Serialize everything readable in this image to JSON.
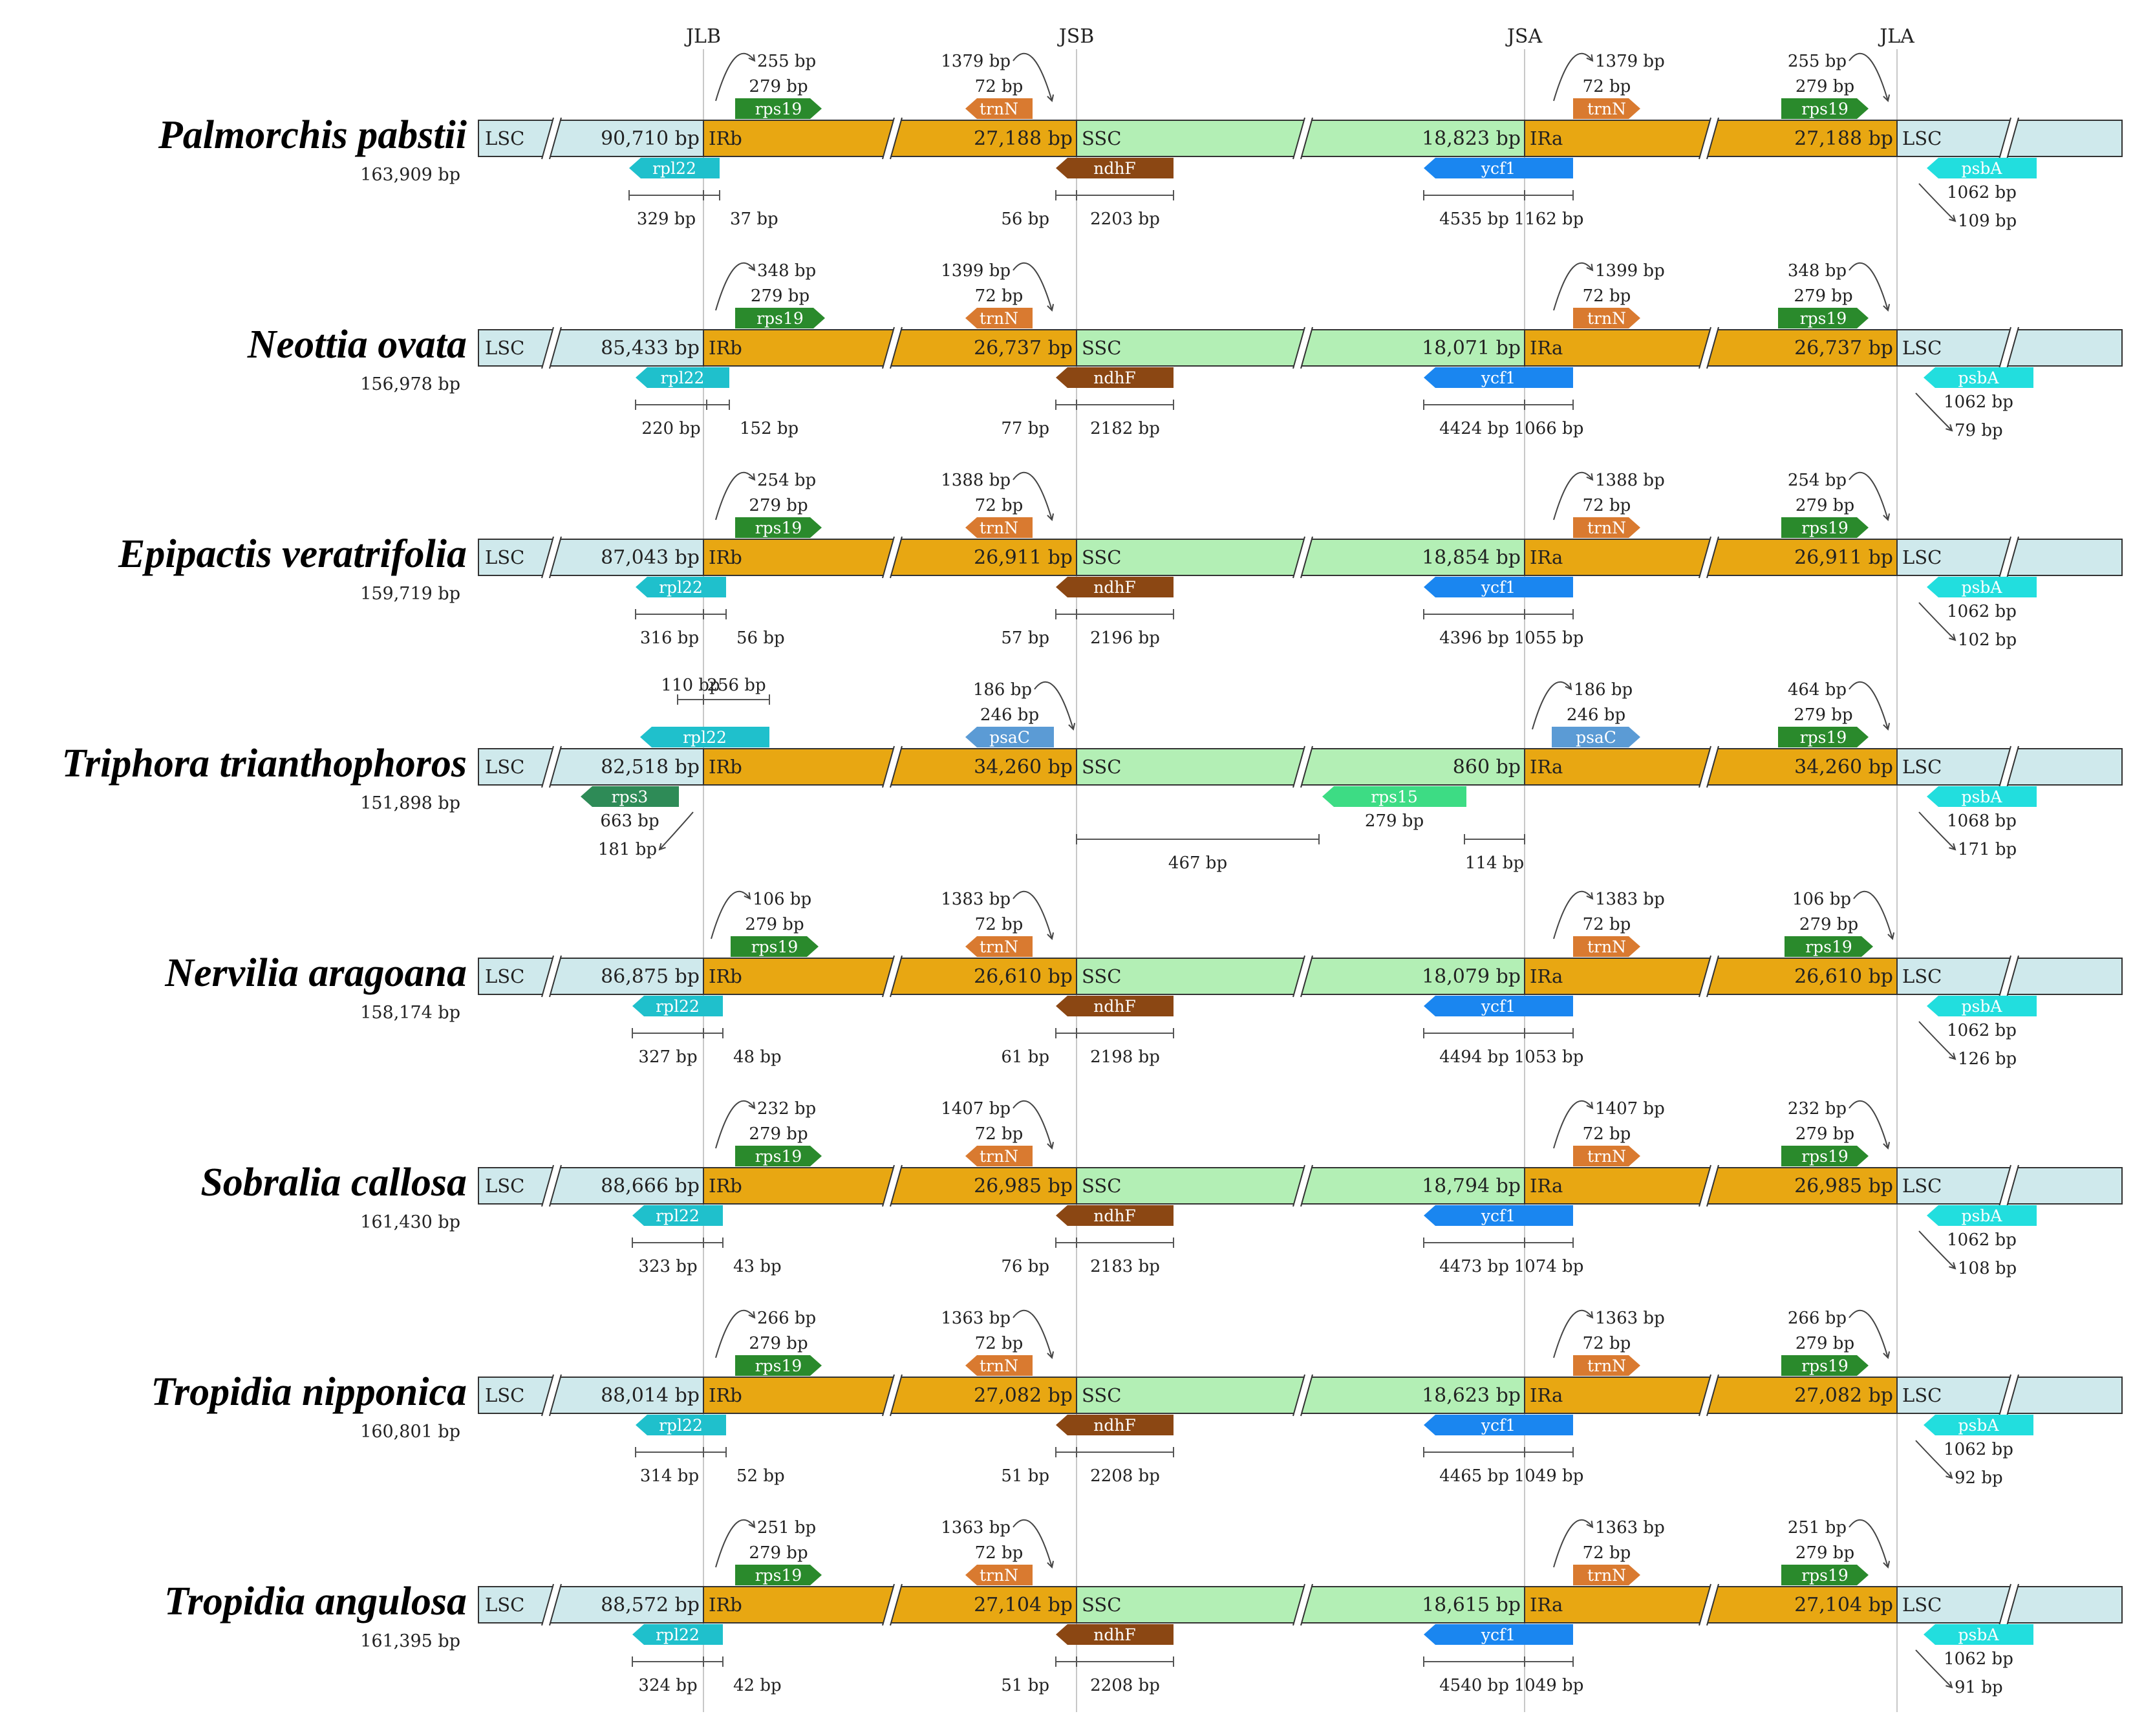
{
  "junctions": [
    "JLB",
    "JSB",
    "JSA",
    "JLA"
  ],
  "region_labels": {
    "lsc": "LSC",
    "irb": "IRb",
    "ssc": "SSC",
    "ira": "IRa"
  },
  "bp_unit": "bp",
  "colors": {
    "lsc": "#cfe9ec",
    "ir": "#e8a712",
    "ssc": "#b3efb5",
    "rpl22": "#1fc0cc",
    "rps19": "#2a8a2c",
    "trnN": "#d97a30",
    "ndhF": "#8b4713",
    "ycf1": "#1a86f0",
    "psbA": "#22dede",
    "psaC": "#5b9bd5",
    "rps3": "#2e8b57",
    "rps15": "#3ddc84",
    "outline": "#333333",
    "guide": "#c8c8c8"
  },
  "species": [
    {
      "name": "Palmorchis pabstii",
      "total": "163,909 bp",
      "lsc_len": "90,710",
      "ir_len": "27,188",
      "ssc_len": "18,823",
      "top": [
        {
          "gene": "rps19",
          "from": 1137,
          "to": 1271,
          "dir": "right",
          "len": "279 bp",
          "color": "rps19"
        },
        {
          "gene": "trnN",
          "from": 1493,
          "to": 1597,
          "dir": "left",
          "len": "72 bp",
          "color": "trnN"
        },
        {
          "gene": "trnN",
          "from": 2433,
          "to": 2537,
          "dir": "right",
          "len": "72 bp",
          "color": "trnN"
        },
        {
          "gene": "rps19",
          "from": 2755,
          "to": 2890,
          "dir": "right",
          "len": "279 bp",
          "color": "rps19"
        }
      ],
      "bottom": [
        {
          "gene": "rpl22",
          "from": 973,
          "to": 1113,
          "dir": "left",
          "color": "rpl22"
        },
        {
          "gene": "ndhF",
          "from": 1633,
          "to": 1815,
          "dir": "left",
          "color": "ndhF"
        },
        {
          "gene": "ycf1",
          "from": 2202,
          "to": 2433,
          "dir": "left",
          "color": "ycf1"
        },
        {
          "gene": "psbA",
          "from": 2980,
          "to": 3150,
          "dir": "left",
          "len": "1062 bp",
          "color": "psbA"
        }
      ],
      "arcs": [
        {
          "side": "start",
          "text": "255 bp"
        },
        {
          "side": "end",
          "text": "1379 bp"
        },
        {
          "side": "start",
          "text": "1379 bp"
        },
        {
          "side": "end",
          "text": "255 bp"
        }
      ],
      "measures": [
        {
          "a": 973,
          "b": 1088,
          "text": "329 bp"
        },
        {
          "a": 1088,
          "b": 1113,
          "text": "37 bp"
        },
        {
          "a": 1633,
          "b": 1665,
          "text": "56 bp"
        },
        {
          "a": 1665,
          "b": 1815,
          "text": "2203 bp"
        },
        {
          "a": 2202,
          "b": 2358,
          "text": "4535 bp"
        },
        {
          "a": 2358,
          "b": 2433,
          "text": "1162 bp"
        }
      ],
      "psba_arc": "109 bp"
    },
    {
      "name": "Neottia ovata",
      "total": "156,978 bp",
      "lsc_len": "85,433",
      "ir_len": "26,737",
      "ssc_len": "18,071",
      "top": [
        {
          "gene": "rps19",
          "from": 1137,
          "to": 1276,
          "dir": "right",
          "len": "279 bp",
          "color": "rps19"
        },
        {
          "gene": "trnN",
          "from": 1493,
          "to": 1597,
          "dir": "left",
          "len": "72 bp",
          "color": "trnN"
        },
        {
          "gene": "trnN",
          "from": 2433,
          "to": 2537,
          "dir": "right",
          "len": "72 bp",
          "color": "trnN"
        },
        {
          "gene": "rps19",
          "from": 2750,
          "to": 2890,
          "dir": "right",
          "len": "279 bp",
          "color": "rps19"
        }
      ],
      "bottom": [
        {
          "gene": "rpl22",
          "from": 983,
          "to": 1128,
          "dir": "left",
          "color": "rpl22"
        },
        {
          "gene": "ndhF",
          "from": 1633,
          "to": 1815,
          "dir": "left",
          "color": "ndhF"
        },
        {
          "gene": "ycf1",
          "from": 2202,
          "to": 2433,
          "dir": "left",
          "color": "ycf1"
        },
        {
          "gene": "psbA",
          "from": 2975,
          "to": 3145,
          "dir": "left",
          "len": "1062 bp",
          "color": "psbA"
        }
      ],
      "arcs": [
        {
          "side": "start",
          "text": "348 bp"
        },
        {
          "side": "end",
          "text": "1399 bp"
        },
        {
          "side": "start",
          "text": "1399 bp"
        },
        {
          "side": "end",
          "text": "348 bp"
        }
      ],
      "measures": [
        {
          "a": 983,
          "b": 1093,
          "text": "220 bp"
        },
        {
          "a": 1093,
          "b": 1128,
          "text": "152 bp"
        },
        {
          "a": 1633,
          "b": 1665,
          "text": "77 bp"
        },
        {
          "a": 1665,
          "b": 1815,
          "text": "2182 bp"
        },
        {
          "a": 2202,
          "b": 2358,
          "text": "4424 bp"
        },
        {
          "a": 2358,
          "b": 2433,
          "text": "1066 bp"
        }
      ],
      "psba_arc": "79 bp"
    },
    {
      "name": "Epipactis veratrifolia",
      "total": "159,719 bp",
      "lsc_len": "87,043",
      "ir_len": "26,911",
      "ssc_len": "18,854",
      "top": [
        {
          "gene": "rps19",
          "from": 1137,
          "to": 1271,
          "dir": "right",
          "len": "279 bp",
          "color": "rps19"
        },
        {
          "gene": "trnN",
          "from": 1493,
          "to": 1597,
          "dir": "left",
          "len": "72 bp",
          "color": "trnN"
        },
        {
          "gene": "trnN",
          "from": 2433,
          "to": 2537,
          "dir": "right",
          "len": "72 bp",
          "color": "trnN"
        },
        {
          "gene": "rps19",
          "from": 2755,
          "to": 2890,
          "dir": "right",
          "len": "279 bp",
          "color": "rps19"
        }
      ],
      "bottom": [
        {
          "gene": "rpl22",
          "from": 983,
          "to": 1123,
          "dir": "left",
          "color": "rpl22"
        },
        {
          "gene": "ndhF",
          "from": 1633,
          "to": 1815,
          "dir": "left",
          "color": "ndhF"
        },
        {
          "gene": "ycf1",
          "from": 2202,
          "to": 2433,
          "dir": "left",
          "color": "ycf1"
        },
        {
          "gene": "psbA",
          "from": 2980,
          "to": 3150,
          "dir": "left",
          "len": "1062 bp",
          "color": "psbA"
        }
      ],
      "arcs": [
        {
          "side": "start",
          "text": "254 bp"
        },
        {
          "side": "end",
          "text": "1388 bp"
        },
        {
          "side": "start",
          "text": "1388 bp"
        },
        {
          "side": "end",
          "text": "254 bp"
        }
      ],
      "measures": [
        {
          "a": 983,
          "b": 1088,
          "text": "316 bp"
        },
        {
          "a": 1088,
          "b": 1123,
          "text": "56 bp"
        },
        {
          "a": 1633,
          "b": 1665,
          "text": "57 bp"
        },
        {
          "a": 1665,
          "b": 1815,
          "text": "2196 bp"
        },
        {
          "a": 2202,
          "b": 2358,
          "text": "4396 bp"
        },
        {
          "a": 2358,
          "b": 2433,
          "text": "1055 bp"
        }
      ],
      "psba_arc": "102 bp"
    },
    {
      "name": "Triphora trianthophoros",
      "total": "151,898 bp",
      "lsc_len": "82,518",
      "ir_len": "34,260",
      "ssc_len": "860",
      "top": [
        {
          "gene": "rpl22",
          "from": 990,
          "to": 1190,
          "dir": "left",
          "color": "rpl22"
        },
        {
          "gene": "psaC",
          "from": 1493,
          "to": 1630,
          "dir": "left",
          "len": "246 bp",
          "color": "psaC"
        },
        {
          "gene": "psaC",
          "from": 2400,
          "to": 2537,
          "dir": "right",
          "len": "246 bp",
          "color": "psaC"
        },
        {
          "gene": "rps19",
          "from": 2750,
          "to": 2890,
          "dir": "right",
          "len": "279 bp",
          "color": "rps19"
        }
      ],
      "bottom": [
        {
          "gene": "rps3",
          "from": 898,
          "to": 1050,
          "dir": "left",
          "len": "663 bp",
          "color": "rps3"
        },
        {
          "gene": "rps15",
          "from": 2045,
          "to": 2268,
          "dir": "left",
          "len": "279 bp",
          "color": "rps15"
        },
        {
          "gene": "psbA",
          "from": 2980,
          "to": 3150,
          "dir": "left",
          "len": "1068 bp",
          "color": "psbA"
        }
      ],
      "arcs": [
        {
          "side": "end",
          "text": "186 bp"
        },
        {
          "side": "start",
          "text": "186 bp"
        },
        {
          "side": "end",
          "text": "464 bp"
        }
      ],
      "top_measures": [
        {
          "a": 1048,
          "b": 1088,
          "text": "110 bp"
        },
        {
          "a": 1088,
          "b": 1190,
          "text": "256 bp"
        }
      ],
      "measures": [
        {
          "a": 1665,
          "b": 2040,
          "text": "467 bp"
        },
        {
          "a": 2265,
          "b": 2358,
          "text": "114 bp"
        }
      ],
      "rps3_arc": "181 bp",
      "psba_arc": "171 bp"
    },
    {
      "name": "Nervilia aragoana",
      "total": "158,174 bp",
      "lsc_len": "86,875",
      "ir_len": "26,610",
      "ssc_len": "18,079",
      "top": [
        {
          "gene": "rps19",
          "from": 1130,
          "to": 1266,
          "dir": "right",
          "len": "279 bp",
          "color": "rps19"
        },
        {
          "gene": "trnN",
          "from": 1493,
          "to": 1597,
          "dir": "left",
          "len": "72 bp",
          "color": "trnN"
        },
        {
          "gene": "trnN",
          "from": 2433,
          "to": 2537,
          "dir": "right",
          "len": "72 bp",
          "color": "trnN"
        },
        {
          "gene": "rps19",
          "from": 2760,
          "to": 2897,
          "dir": "right",
          "len": "279 bp",
          "color": "rps19"
        }
      ],
      "bottom": [
        {
          "gene": "rpl22",
          "from": 978,
          "to": 1118,
          "dir": "left",
          "color": "rpl22"
        },
        {
          "gene": "ndhF",
          "from": 1633,
          "to": 1815,
          "dir": "left",
          "color": "ndhF"
        },
        {
          "gene": "ycf1",
          "from": 2202,
          "to": 2433,
          "dir": "left",
          "color": "ycf1"
        },
        {
          "gene": "psbA",
          "from": 2980,
          "to": 3150,
          "dir": "left",
          "len": "1062 bp",
          "color": "psbA"
        }
      ],
      "arcs": [
        {
          "side": "start",
          "text": "106 bp"
        },
        {
          "side": "end",
          "text": "1383 bp"
        },
        {
          "side": "start",
          "text": "1383 bp"
        },
        {
          "side": "end",
          "text": "106 bp"
        }
      ],
      "measures": [
        {
          "a": 978,
          "b": 1088,
          "text": "327 bp"
        },
        {
          "a": 1088,
          "b": 1118,
          "text": "48 bp"
        },
        {
          "a": 1633,
          "b": 1665,
          "text": "61 bp"
        },
        {
          "a": 1665,
          "b": 1815,
          "text": "2198 bp"
        },
        {
          "a": 2202,
          "b": 2358,
          "text": "4494 bp"
        },
        {
          "a": 2358,
          "b": 2433,
          "text": "1053 bp"
        }
      ],
      "psba_arc": "126 bp"
    },
    {
      "name": "Sobralia callosa",
      "total": "161,430 bp",
      "lsc_len": "88,666",
      "ir_len": "26,985",
      "ssc_len": "18,794",
      "top": [
        {
          "gene": "rps19",
          "from": 1137,
          "to": 1271,
          "dir": "right",
          "len": "279 bp",
          "color": "rps19"
        },
        {
          "gene": "trnN",
          "from": 1493,
          "to": 1597,
          "dir": "left",
          "len": "72 bp",
          "color": "trnN"
        },
        {
          "gene": "trnN",
          "from": 2433,
          "to": 2537,
          "dir": "right",
          "len": "72 bp",
          "color": "trnN"
        },
        {
          "gene": "rps19",
          "from": 2755,
          "to": 2890,
          "dir": "right",
          "len": "279 bp",
          "color": "rps19"
        }
      ],
      "bottom": [
        {
          "gene": "rpl22",
          "from": 978,
          "to": 1118,
          "dir": "left",
          "color": "rpl22"
        },
        {
          "gene": "ndhF",
          "from": 1633,
          "to": 1815,
          "dir": "left",
          "color": "ndhF"
        },
        {
          "gene": "ycf1",
          "from": 2202,
          "to": 2433,
          "dir": "left",
          "color": "ycf1"
        },
        {
          "gene": "psbA",
          "from": 2980,
          "to": 3150,
          "dir": "left",
          "len": "1062 bp",
          "color": "psbA"
        }
      ],
      "arcs": [
        {
          "side": "start",
          "text": "232 bp"
        },
        {
          "side": "end",
          "text": "1407 bp"
        },
        {
          "side": "start",
          "text": "1407 bp"
        },
        {
          "side": "end",
          "text": "232 bp"
        }
      ],
      "measures": [
        {
          "a": 978,
          "b": 1088,
          "text": "323 bp"
        },
        {
          "a": 1088,
          "b": 1118,
          "text": "43 bp"
        },
        {
          "a": 1633,
          "b": 1665,
          "text": "76 bp"
        },
        {
          "a": 1665,
          "b": 1815,
          "text": "2183 bp"
        },
        {
          "a": 2202,
          "b": 2358,
          "text": "4473 bp"
        },
        {
          "a": 2358,
          "b": 2433,
          "text": "1074 bp"
        }
      ],
      "psba_arc": "108 bp"
    },
    {
      "name": "Tropidia nipponica",
      "total": "160,801 bp",
      "lsc_len": "88,014",
      "ir_len": "27,082",
      "ssc_len": "18,623",
      "top": [
        {
          "gene": "rps19",
          "from": 1137,
          "to": 1271,
          "dir": "right",
          "len": "279 bp",
          "color": "rps19"
        },
        {
          "gene": "trnN",
          "from": 1493,
          "to": 1597,
          "dir": "left",
          "len": "72 bp",
          "color": "trnN"
        },
        {
          "gene": "trnN",
          "from": 2433,
          "to": 2537,
          "dir": "right",
          "len": "72 bp",
          "color": "trnN"
        },
        {
          "gene": "rps19",
          "from": 2755,
          "to": 2890,
          "dir": "right",
          "len": "279 bp",
          "color": "rps19"
        }
      ],
      "bottom": [
        {
          "gene": "rpl22",
          "from": 983,
          "to": 1123,
          "dir": "left",
          "color": "rpl22"
        },
        {
          "gene": "ndhF",
          "from": 1633,
          "to": 1815,
          "dir": "left",
          "color": "ndhF"
        },
        {
          "gene": "ycf1",
          "from": 2202,
          "to": 2433,
          "dir": "left",
          "color": "ycf1"
        },
        {
          "gene": "psbA",
          "from": 2975,
          "to": 3145,
          "dir": "left",
          "len": "1062 bp",
          "color": "psbA"
        }
      ],
      "arcs": [
        {
          "side": "start",
          "text": "266 bp"
        },
        {
          "side": "end",
          "text": "1363 bp"
        },
        {
          "side": "start",
          "text": "1363 bp"
        },
        {
          "side": "end",
          "text": "266 bp"
        }
      ],
      "measures": [
        {
          "a": 983,
          "b": 1088,
          "text": "314 bp"
        },
        {
          "a": 1088,
          "b": 1123,
          "text": "52 bp"
        },
        {
          "a": 1633,
          "b": 1665,
          "text": "51 bp"
        },
        {
          "a": 1665,
          "b": 1815,
          "text": "2208 bp"
        },
        {
          "a": 2202,
          "b": 2358,
          "text": "4465 bp"
        },
        {
          "a": 2358,
          "b": 2433,
          "text": "1049 bp"
        }
      ],
      "psba_arc": "92 bp"
    },
    {
      "name": "Tropidia angulosa",
      "total": "161,395 bp",
      "lsc_len": "88,572",
      "ir_len": "27,104",
      "ssc_len": "18,615",
      "top": [
        {
          "gene": "rps19",
          "from": 1137,
          "to": 1271,
          "dir": "right",
          "len": "279 bp",
          "color": "rps19"
        },
        {
          "gene": "trnN",
          "from": 1493,
          "to": 1597,
          "dir": "left",
          "len": "72 bp",
          "color": "trnN"
        },
        {
          "gene": "trnN",
          "from": 2433,
          "to": 2537,
          "dir": "right",
          "len": "72 bp",
          "color": "trnN"
        },
        {
          "gene": "rps19",
          "from": 2755,
          "to": 2890,
          "dir": "right",
          "len": "279 bp",
          "color": "rps19"
        }
      ],
      "bottom": [
        {
          "gene": "rpl22",
          "from": 978,
          "to": 1118,
          "dir": "left",
          "color": "rpl22"
        },
        {
          "gene": "ndhF",
          "from": 1633,
          "to": 1815,
          "dir": "left",
          "color": "ndhF"
        },
        {
          "gene": "ycf1",
          "from": 2202,
          "to": 2433,
          "dir": "left",
          "color": "ycf1"
        },
        {
          "gene": "psbA",
          "from": 2975,
          "to": 3145,
          "dir": "left",
          "len": "1062 bp",
          "color": "psbA"
        }
      ],
      "arcs": [
        {
          "side": "start",
          "text": "251 bp"
        },
        {
          "side": "end",
          "text": "1363 bp"
        },
        {
          "side": "start",
          "text": "1363 bp"
        },
        {
          "side": "end",
          "text": "251 bp"
        }
      ],
      "measures": [
        {
          "a": 978,
          "b": 1088,
          "text": "324 bp"
        },
        {
          "a": 1088,
          "b": 1118,
          "text": "42 bp"
        },
        {
          "a": 1633,
          "b": 1665,
          "text": "51 bp"
        },
        {
          "a": 1665,
          "b": 1815,
          "text": "2208 bp"
        },
        {
          "a": 2202,
          "b": 2358,
          "text": "4540 bp"
        },
        {
          "a": 2358,
          "b": 2433,
          "text": "1049 bp"
        }
      ],
      "psba_arc": "91 bp"
    }
  ]
}
